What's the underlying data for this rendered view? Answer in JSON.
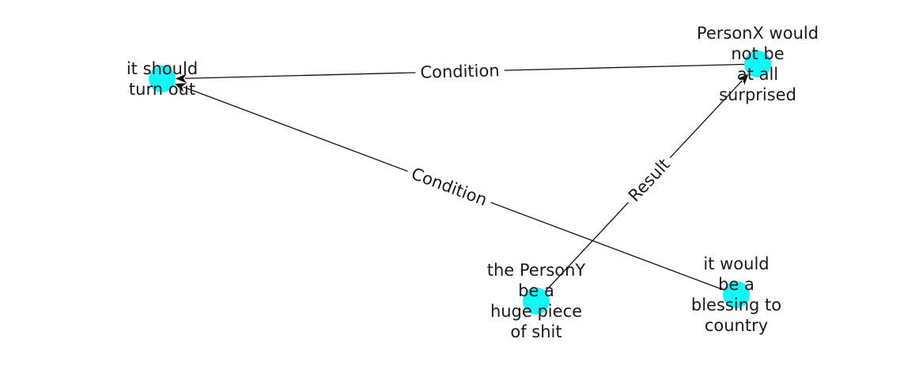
{
  "nodes": [
    {
      "id": "n1",
      "lines": [
        "it should",
        "turn out"
      ]
    },
    {
      "id": "n2",
      "lines": [
        "PersonX would",
        "not be",
        "at all",
        "surprised"
      ]
    },
    {
      "id": "n3",
      "lines": [
        "the PersonY",
        "be a",
        "huge piece",
        "of shit"
      ]
    },
    {
      "id": "n4",
      "lines": [
        "it would",
        "be a",
        "blessing to",
        "country"
      ]
    }
  ],
  "edges": [
    {
      "id": "e1",
      "from": "n2",
      "to": "n1",
      "label": "Condition"
    },
    {
      "id": "e2",
      "from": "n4",
      "to": "n1",
      "label": "Condition"
    },
    {
      "id": "e3",
      "from": "n3",
      "to": "n2",
      "label": "Result"
    }
  ],
  "colors": {
    "node": "#12f7f7",
    "edge": "#111111",
    "text": "#1a1a1a"
  }
}
